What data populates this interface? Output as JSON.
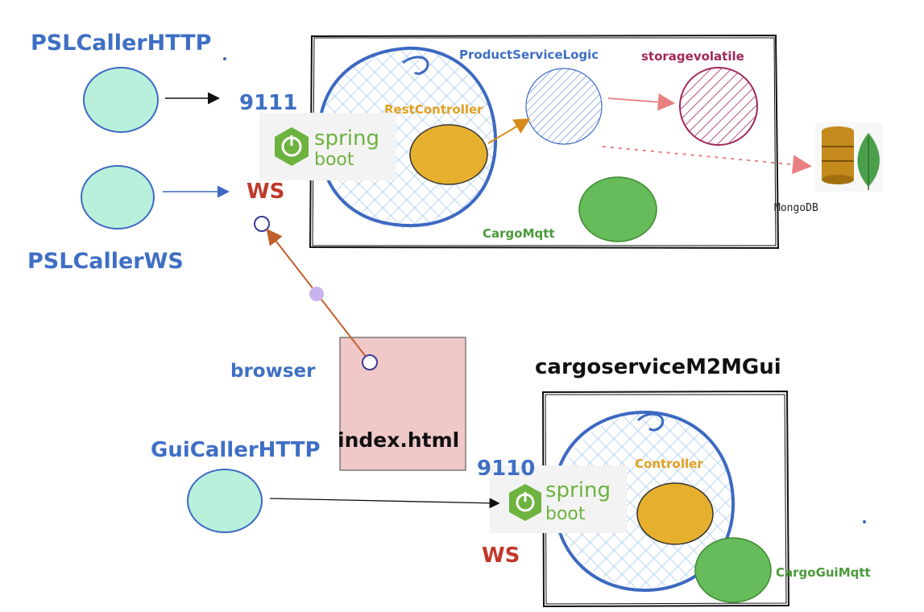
{
  "labels": {
    "psl_caller_http": "PSLCallerHTTP",
    "psl_caller_ws": "PSLCallerWS",
    "port_9111": "9111",
    "ws_top": "WS",
    "product_service_logic": "ProductServiceLogic",
    "storage_volatile": "storagevolatile",
    "rest_controller": "RestController",
    "cargo_mqtt": "CargoMqtt",
    "mongodb": "MongoDB",
    "browser": "browser",
    "index_html": "index.html",
    "cargo_service_m2m_gui": "cargoserviceM2MGui",
    "gui_caller_http": "GuiCallerHTTP",
    "port_9110": "9110",
    "ws_bottom": "WS",
    "controller": "Controller",
    "cargo_gui_mqtt": "CargoGuiMqtt",
    "spring_word": "spring",
    "boot_word": "boot"
  },
  "colors": {
    "blue_label": "#3f6fc4",
    "red_label": "#c0392b",
    "orange_label": "#e0a020",
    "crimson": "#a0285a",
    "green_label": "#4a9a3a",
    "caller_fill": "#b8f0dc",
    "controller_fill": "#e6b02e",
    "mqtt_fill": "#66bb5a",
    "spring_green": "#6db33f",
    "index_fill": "#f0c8c8",
    "hatch_blue": "#9cc4ea",
    "ring_blue": "#3d69c2"
  }
}
